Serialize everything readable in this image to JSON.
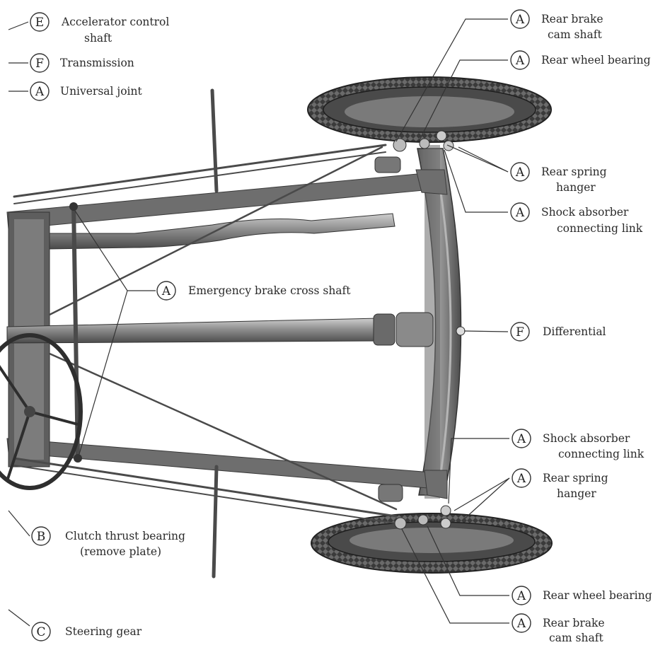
{
  "labels": {
    "accelerator_control_shaft": {
      "letter": "E",
      "line1": "Accelerator control",
      "line2": "shaft"
    },
    "transmission": {
      "letter": "F",
      "line1": "Transmission"
    },
    "universal_joint": {
      "letter": "A",
      "line1": "Universal joint"
    },
    "rear_brake_cam_shaft_top": {
      "letter": "A",
      "line1": "Rear brake",
      "line2": "cam shaft"
    },
    "rear_wheel_bearing_top": {
      "letter": "A",
      "line1": "Rear wheel bearing"
    },
    "rear_spring_hanger_top": {
      "letter": "A",
      "line1": "Rear spring",
      "line2": "hanger"
    },
    "shock_absorber_link_top": {
      "letter": "A",
      "line1": "Shock absorber",
      "line2": "connecting link"
    },
    "emergency_brake_cross_shaft": {
      "letter": "A",
      "line1": "Emergency brake cross shaft"
    },
    "differential": {
      "letter": "F",
      "line1": "Differential"
    },
    "shock_absorber_link_bottom": {
      "letter": "A",
      "line1": "Shock absorber",
      "line2": "connecting link"
    },
    "rear_spring_hanger_bottom": {
      "letter": "A",
      "line1": "Rear spring",
      "line2": "hanger"
    },
    "clutch_thrust_bearing": {
      "letter": "B",
      "line1": "Clutch thrust bearing",
      "line2": "(remove plate)"
    },
    "rear_wheel_bearing_bottom": {
      "letter": "A",
      "line1": "Rear wheel bearing"
    },
    "steering_gear": {
      "letter": "C",
      "line1": "Steering gear"
    },
    "rear_brake_cam_shaft_bottom": {
      "letter": "A",
      "line1": "Rear brake",
      "line2": "cam shaft"
    }
  }
}
